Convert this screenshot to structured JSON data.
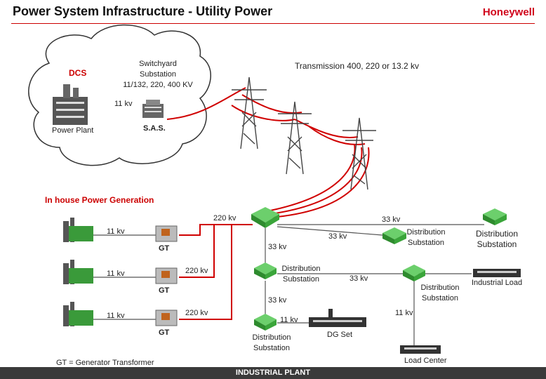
{
  "header": {
    "title": "Power System Infrastructure - Utility Power",
    "brand": "Honeywell"
  },
  "cloud": {
    "dcs": "DCS",
    "switchyard": [
      "Switchyard",
      "Substation",
      "11/132, 220, 400 KV"
    ],
    "kv_11": "11 kv",
    "power_plant": "Power Plant",
    "sas": "S.A.S."
  },
  "transmission": "Transmission 400, 220 or 13.2 kv",
  "inhouse": "In house Power Generation",
  "gens": [
    {
      "kv": "11 kv",
      "gt": "GT",
      "out": "220 kv"
    },
    {
      "kv": "11 kv",
      "gt": "GT",
      "out": "220 kv"
    },
    {
      "kv": "11 kv",
      "gt": "GT",
      "out": "220 kv"
    }
  ],
  "kv": {
    "33a": "33 kv",
    "33b": "33 kv",
    "33c": "33 kv",
    "33d": "33 kv",
    "33e": "33 kv",
    "11a": "11 kv",
    "11b": "11 kv"
  },
  "nodes": {
    "ds1": [
      "Distribution",
      "Substation"
    ],
    "ds2": [
      "Distribution",
      "Substation"
    ],
    "ds3": [
      "Distribution",
      "Substation"
    ],
    "ds4": [
      "Distribution",
      "Substation"
    ],
    "ds5": [
      "Distribution",
      "Substation"
    ],
    "industrial_load": "Industrial Load",
    "dg_set": "DG Set",
    "load_center": "Load Center"
  },
  "legend": "GT = Generator Transformer",
  "footer": "INDUSTRIAL PLANT",
  "colors": {
    "accent": "#cc0000",
    "line": "#555555",
    "substation": "#4caf50",
    "footer_bg": "#3a3a3a"
  }
}
